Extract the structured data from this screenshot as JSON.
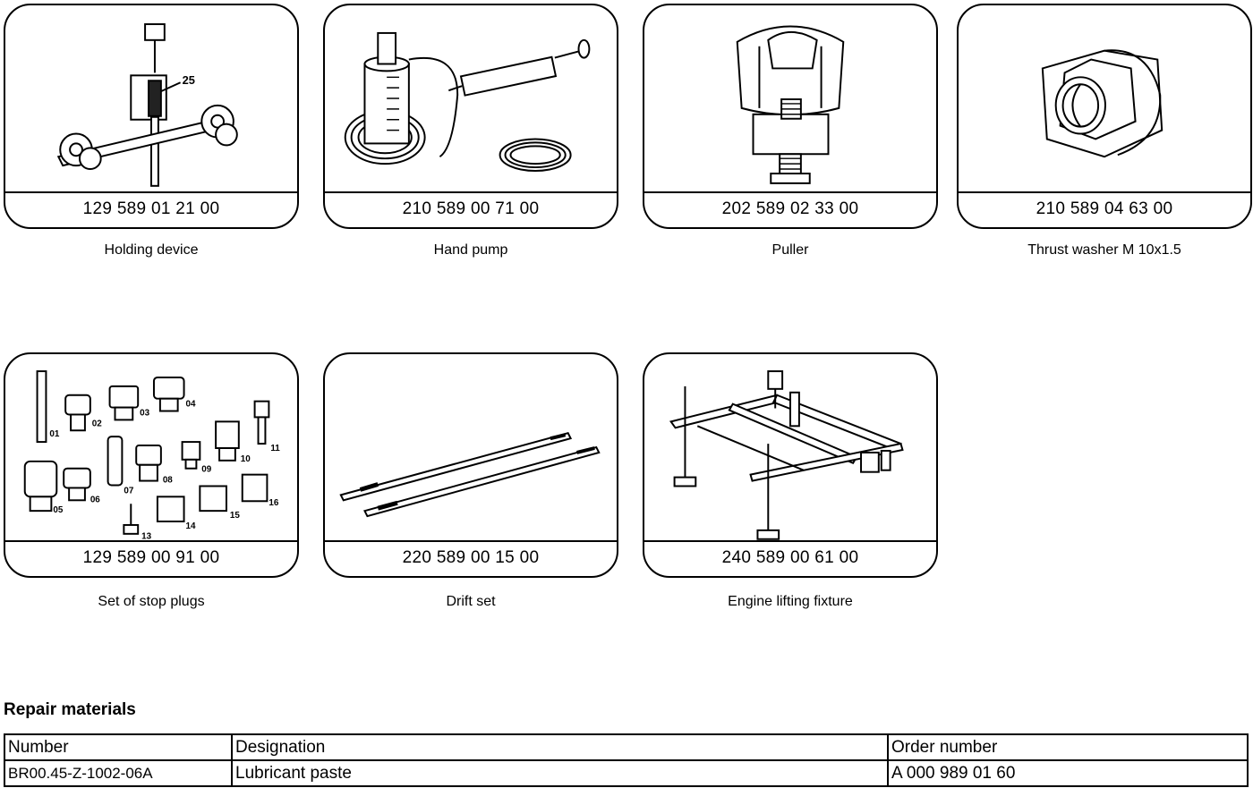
{
  "tools": [
    {
      "number": "129 589 01 21 00",
      "name": "Holding device",
      "label": "25"
    },
    {
      "number": "210 589 00 71 00",
      "name": "Hand pump"
    },
    {
      "number": "202 589 02 33 00",
      "name": "Puller"
    },
    {
      "number": "210 589 04 63 00",
      "name": "Thrust washer M 10x1.5"
    },
    {
      "number": "129 589 00 91 00",
      "name": "Set of stop plugs",
      "plug_labels": [
        "01",
        "02",
        "03",
        "04",
        "05",
        "06",
        "07",
        "08",
        "09",
        "10",
        "11",
        "13",
        "14",
        "15",
        "16"
      ]
    },
    {
      "number": "220 589 00 15 00",
      "name": "Drift set"
    },
    {
      "number": "240 589 00 61 00",
      "name": "Engine lifting fixture"
    }
  ],
  "repair_materials": {
    "title": "Repair materials",
    "headers": [
      "Number",
      "Designation",
      "Order number"
    ],
    "rows": [
      [
        "BR00.45-Z-1002-06A",
        "Lubricant paste",
        "A 000 989 01 60"
      ]
    ]
  }
}
